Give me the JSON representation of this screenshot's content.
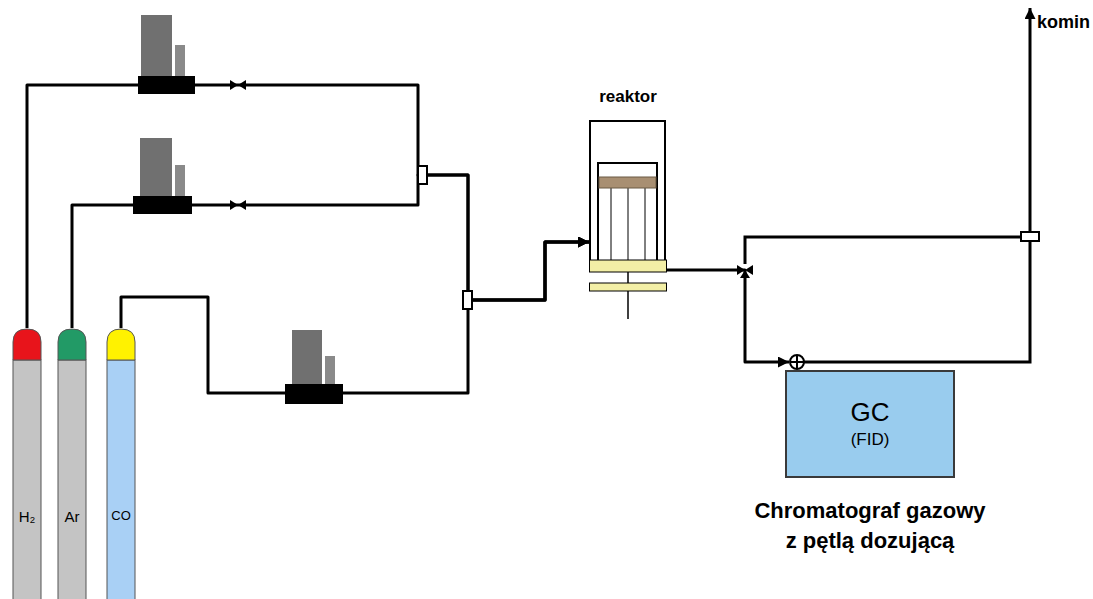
{
  "diagram": {
    "nodes": [
      {
        "text": [
          "H₂"
        ]
      },
      {
        "text": [
          "Ar"
        ]
      },
      {
        "text": [
          "CO"
        ]
      },
      {
        "text": [
          "reaktor"
        ]
      },
      {
        "text": [
          "GC",
          "(FID)"
        ]
      }
    ],
    "edges": [
      {
        "from": 0,
        "to": 3,
        "arrow": "to"
      },
      {
        "from": 1,
        "to": 3,
        "arrow": "to"
      },
      {
        "from": 2,
        "to": 3,
        "arrow": "to"
      },
      {
        "from": 3,
        "to": 4,
        "arrow": "to"
      }
    ],
    "labels": [
      "komin",
      "Chromatograf gazowy z pętlą dozującą"
    ]
  }
}
